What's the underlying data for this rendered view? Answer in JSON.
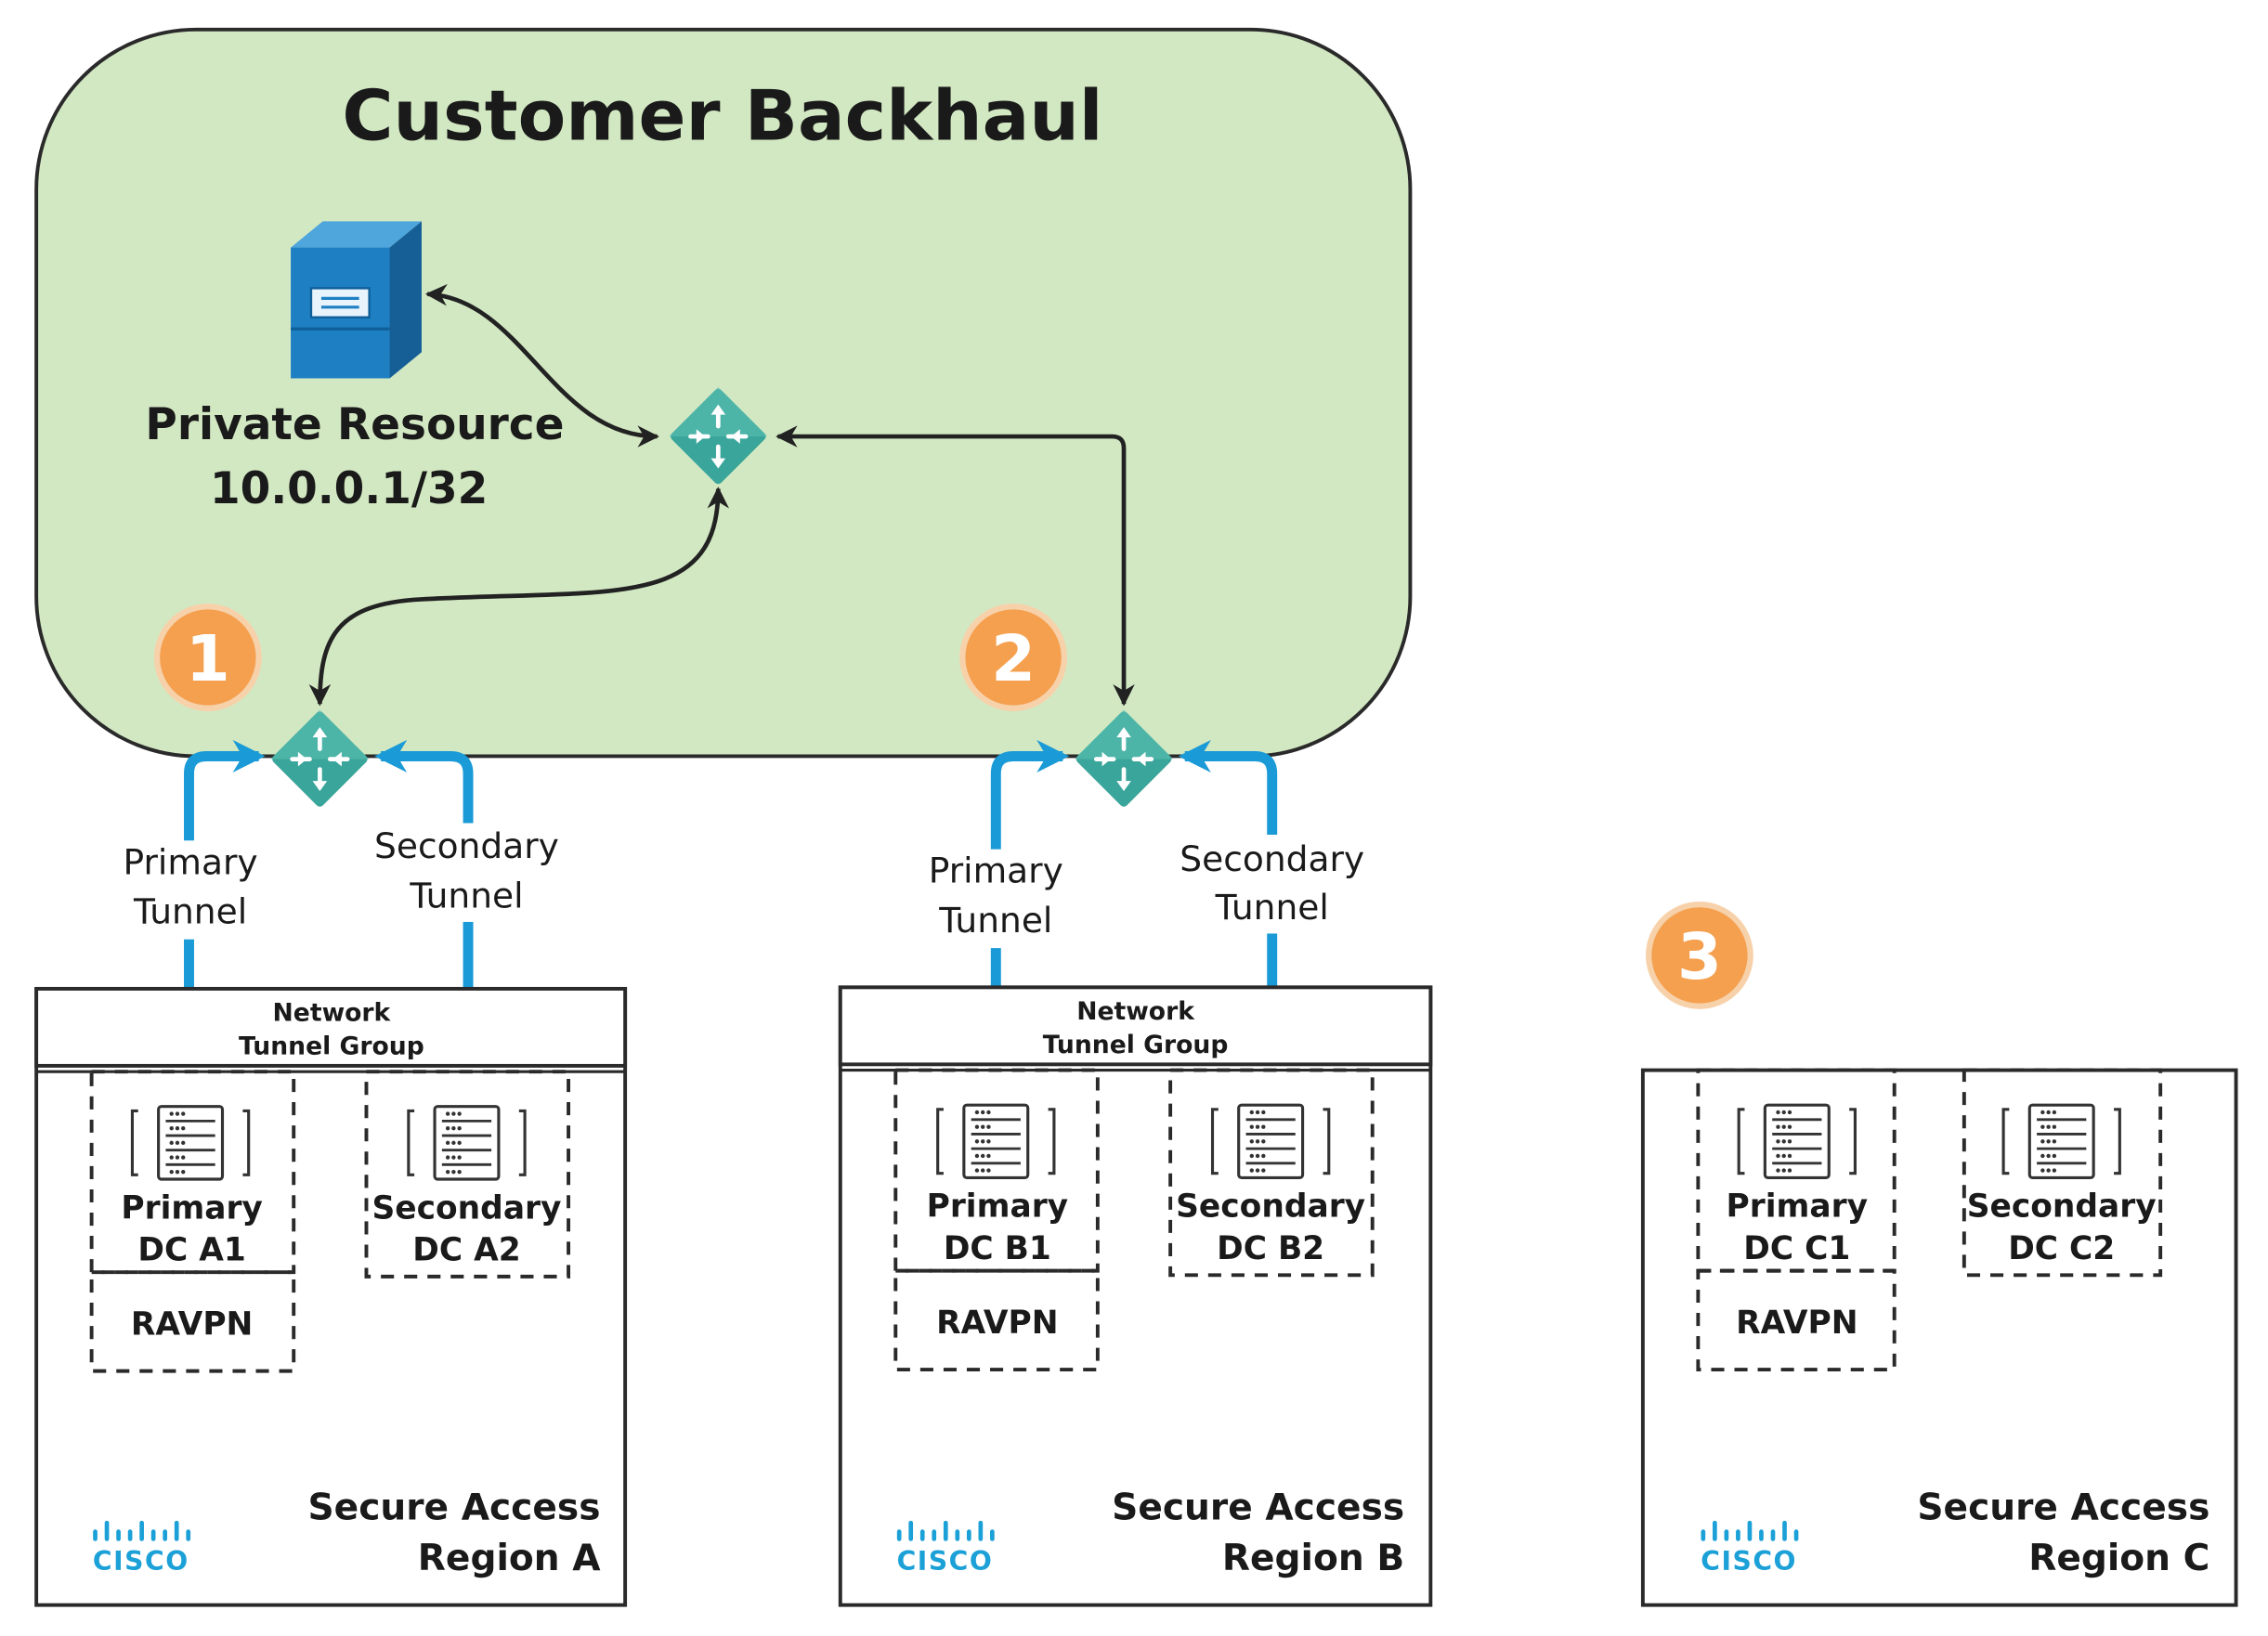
{
  "backhaul": {
    "title": "Customer Backhaul",
    "resource_name": "Private Resource",
    "resource_ip": "10.0.0.1/32"
  },
  "badges": [
    "1",
    "2",
    "3"
  ],
  "tunnels": {
    "primary_line1": "Primary",
    "primary_line2": "Tunnel",
    "secondary_line1": "Secondary",
    "secondary_line2": "Tunnel"
  },
  "ntg": {
    "line1": "Network",
    "line2": "Tunnel Group"
  },
  "regions": [
    {
      "primary_dc": [
        "Primary",
        "DC A1"
      ],
      "secondary_dc": [
        "Secondary",
        "DC A2"
      ],
      "ravpn": "RAVPN",
      "name": [
        "Secure Access",
        "Region A"
      ]
    },
    {
      "primary_dc": [
        "Primary",
        "DC B1"
      ],
      "secondary_dc": [
        "Secondary",
        "DC B2"
      ],
      "ravpn": "RAVPN",
      "name": [
        "Secure Access",
        "Region B"
      ]
    },
    {
      "primary_dc": [
        "Primary",
        "DC C1"
      ],
      "secondary_dc": [
        "Secondary",
        "DC C2"
      ],
      "ravpn": "RAVPN",
      "name": [
        "Secure Access",
        "Region C"
      ]
    }
  ],
  "cisco_logo_text": "CISCO",
  "colors": {
    "backhaul_fill": "#d2e8c2",
    "tunnel_blue": "#1a9ad6",
    "router_teal": "#3aa59a",
    "badge_orange": "#f5a04f",
    "server_blue": "#1e7fc3",
    "cisco_blue": "#1ba0d7"
  },
  "icons": {
    "server": "server-tower-icon",
    "router": "router-icon",
    "dc": "datacenter-server-icon",
    "logo": "cisco-logo-icon"
  }
}
